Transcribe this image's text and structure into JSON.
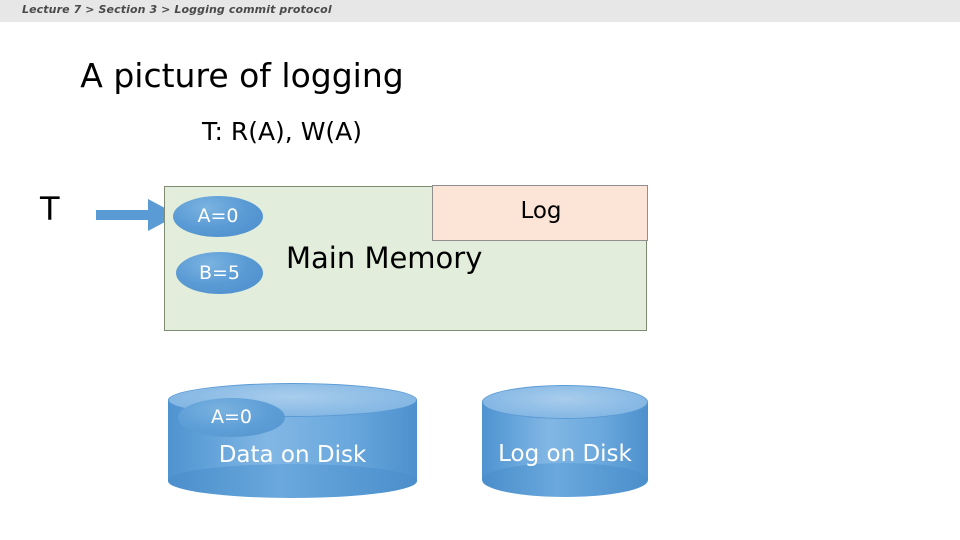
{
  "breadcrumb": {
    "text": "Lecture 7 > Section 3 > Logging commit protocol"
  },
  "slide": {
    "title": "A picture of logging",
    "subtitle": "T: R(A), W(A)"
  },
  "diagram": {
    "transaction_label": "T",
    "arrow_icon": "right-arrow-icon",
    "main_memory": {
      "label": "Main Memory",
      "fill_color": "#e2eedb",
      "border_color": "#7f8a72",
      "values": [
        {
          "label": "A=0"
        },
        {
          "label": "B=5"
        }
      ]
    },
    "log": {
      "label": "Log",
      "fill_color": "#fce4d6",
      "border_color": "#8f8f8f"
    },
    "data_disk": {
      "label": "Data on Disk",
      "value_label": "A=0",
      "fill_color": "#5b9bd5"
    },
    "log_disk": {
      "label": "Log on Disk",
      "fill_color": "#5b9bd5"
    }
  }
}
